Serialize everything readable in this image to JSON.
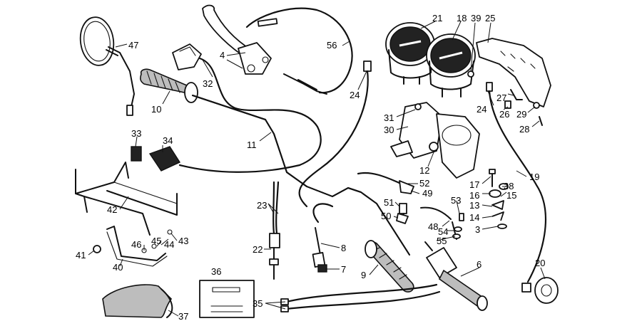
{
  "callouts": {
    "c47": "47",
    "c4": "4",
    "c56": "56",
    "c21": "21",
    "c18": "18",
    "c39": "39",
    "c25": "25",
    "c32": "32",
    "c10": "10",
    "c24a": "24",
    "c24b": "24",
    "c27": "27",
    "c26": "26",
    "c29": "29",
    "c28": "28",
    "c31": "31",
    "c30": "30",
    "c11": "11",
    "c33": "33",
    "c34": "34",
    "c12": "12",
    "c19": "19",
    "c52": "52",
    "c49": "49",
    "c17": "17",
    "c38": "38",
    "c16": "16",
    "c15": "15",
    "c13": "13",
    "c53": "53",
    "c51": "51",
    "c50": "50",
    "c14": "14",
    "c48": "48",
    "c54": "54",
    "c3": "3",
    "c55": "55",
    "c23": "23",
    "c42": "42",
    "c43": "43",
    "c45": "45",
    "c44": "44",
    "c46": "46",
    "c41": "41",
    "c40": "40",
    "c22": "22",
    "c8": "8",
    "c7": "7",
    "c9": "9",
    "c6": "6",
    "c20": "20",
    "c36": "36",
    "c35": "35",
    "c37": "37"
  },
  "colors": {
    "line": "#111111",
    "background": "#ffffff"
  }
}
